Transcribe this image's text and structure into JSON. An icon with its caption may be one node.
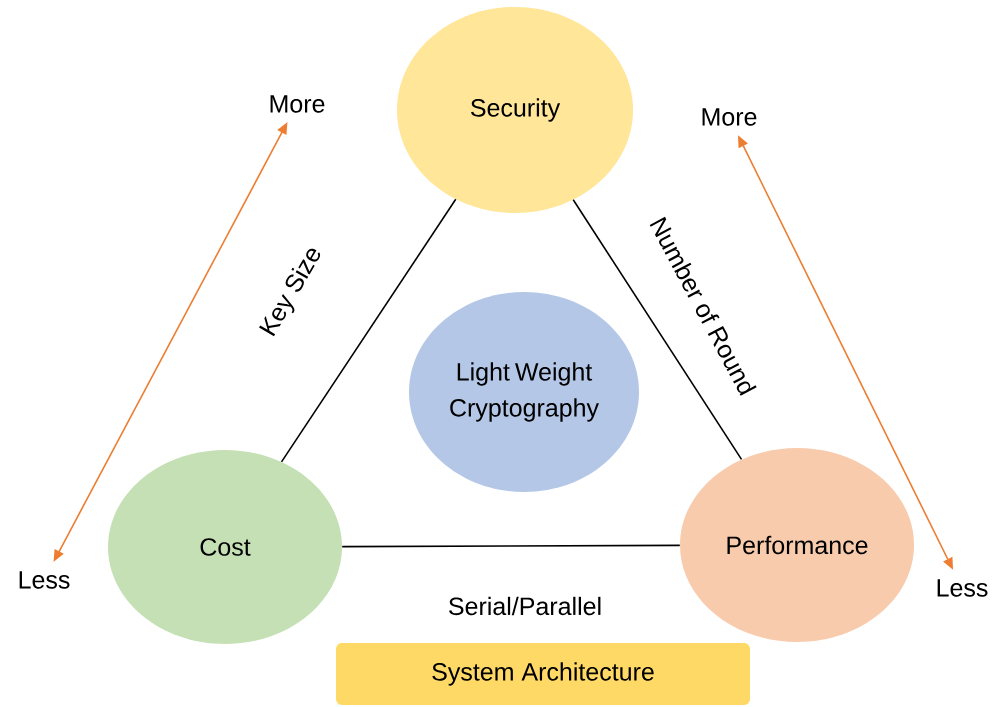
{
  "diagram": {
    "nodes": [
      {
        "text": [
          "Security"
        ]
      },
      {
        "text": [
          "Light Weight Cryptography"
        ]
      },
      {
        "text": [
          "Cost"
        ]
      },
      {
        "text": [
          "Performance"
        ]
      },
      {
        "text": [
          "System Architecture"
        ]
      },
      {
        "text": [
          "More"
        ]
      },
      {
        "text": [
          "Less"
        ]
      },
      {
        "text": [
          "More"
        ]
      },
      {
        "text": [
          "Less"
        ]
      }
    ],
    "edges": [
      {
        "from": 0,
        "to": 2,
        "arrow": "none",
        "label": "Key Size"
      },
      {
        "from": 0,
        "to": 3,
        "arrow": "none",
        "label": "Number of Round"
      },
      {
        "from": 2,
        "to": 3,
        "arrow": "none",
        "label": "Serial/Parallel"
      },
      {
        "from": 6,
        "to": 5,
        "arrow": "both",
        "color": "#ed7d31"
      },
      {
        "from": 8,
        "to": 7,
        "arrow": "both",
        "color": "#ed7d31"
      }
    ]
  }
}
